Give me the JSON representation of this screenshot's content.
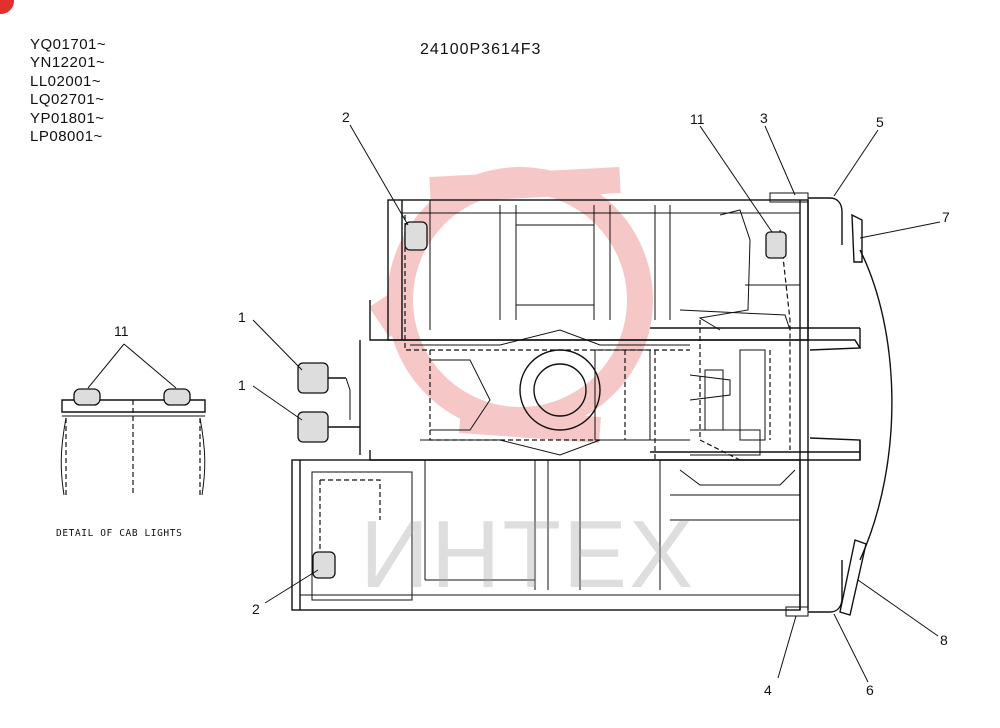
{
  "document": {
    "drawing_number": "24100P3614F3",
    "serial_ranges": [
      "YQ01701~",
      "YN12201~",
      "LL02001~",
      "LQ02701~",
      "YP01801~",
      "LP08001~"
    ],
    "detail_caption": "DETAIL OF CAB LIGHTS",
    "watermark_text": "ИНТЕХ"
  },
  "callouts": {
    "c1a": "1",
    "c1b": "1",
    "c2a": "2",
    "c2b": "2",
    "c3": "3",
    "c4": "4",
    "c5": "5",
    "c6": "6",
    "c7": "7",
    "c8": "8",
    "c11": "11",
    "c11_detail": "11"
  },
  "colors": {
    "line": "#111111",
    "watermark_red": "#e23b3b",
    "corner_badge": "#e0312f"
  }
}
